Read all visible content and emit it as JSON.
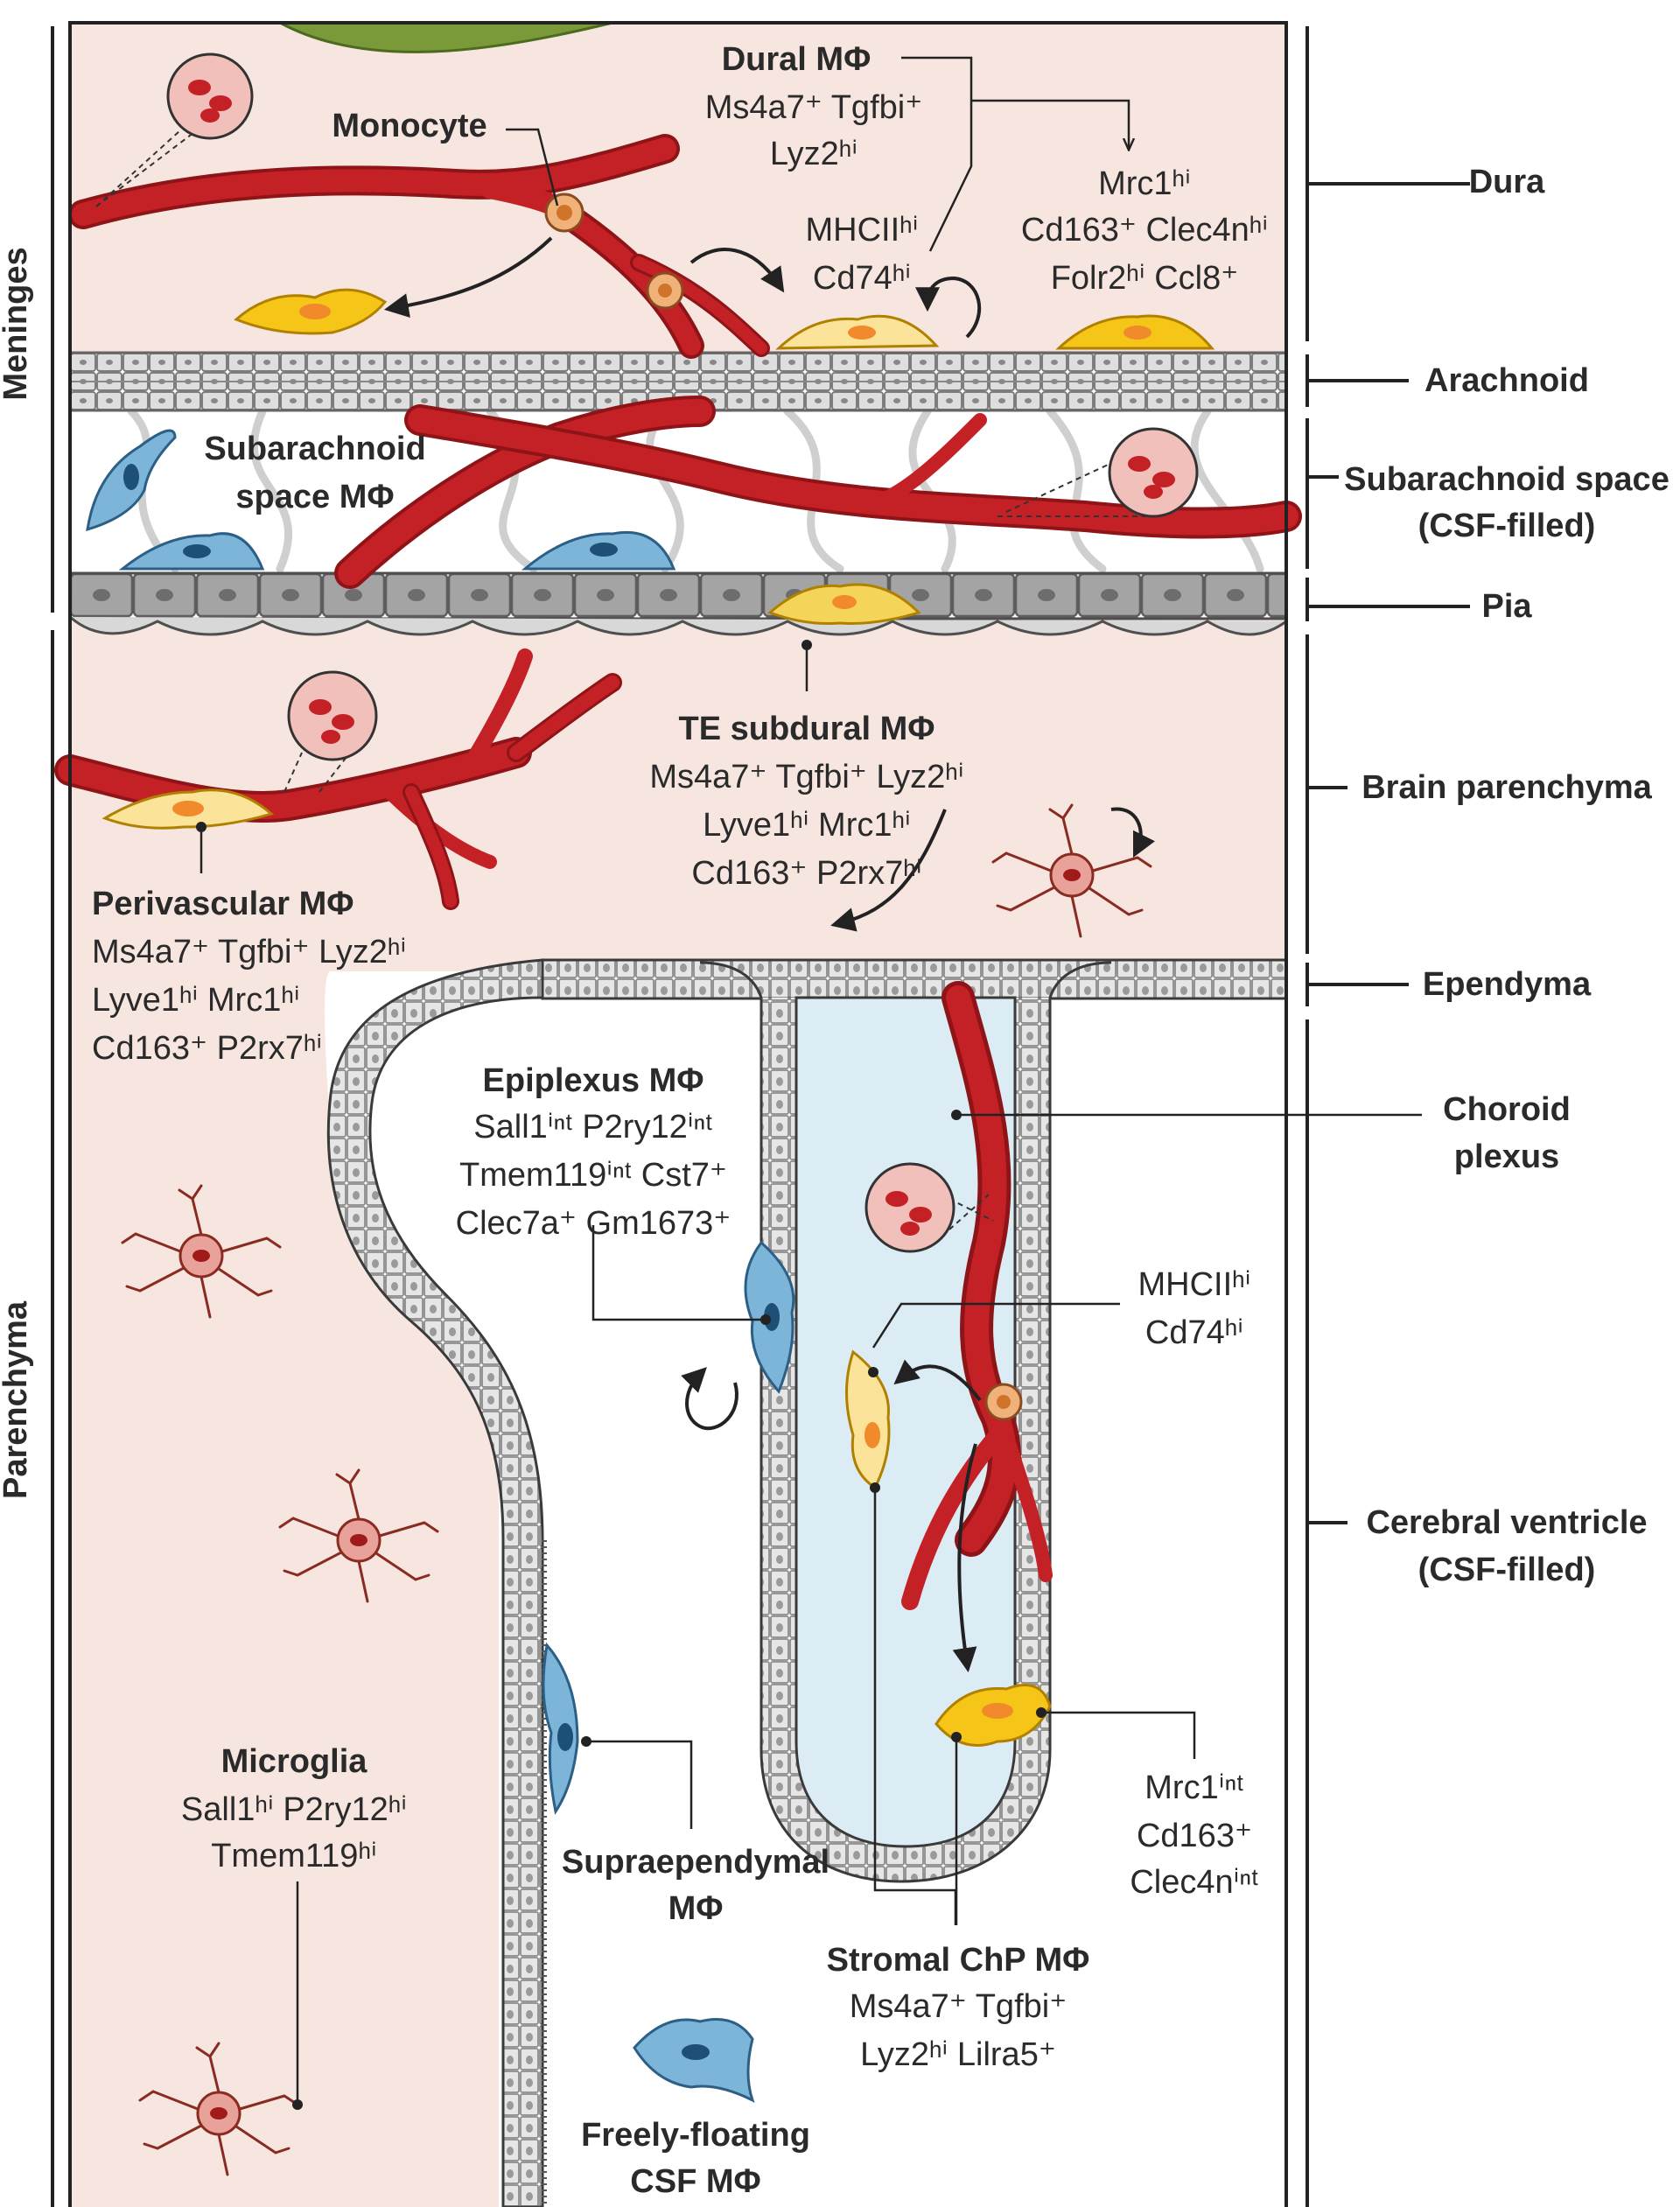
{
  "regions": {
    "meninges": "Meninges",
    "parenchyma": "Parenchyma"
  },
  "layers": {
    "dura": "Dura",
    "arachnoid": "Arachnoid",
    "subarachnoid_l1": "Subarachnoid space",
    "subarachnoid_l2": "(CSF-filled)",
    "pia": "Pia",
    "brain_parenchyma": "Brain parenchyma",
    "ependyma": "Ependyma",
    "choroid_l1": "Choroid",
    "choroid_l2": "plexus",
    "ventricle_l1": "Cerebral ventricle",
    "ventricle_l2": "(CSF-filled)"
  },
  "cells": {
    "monocyte": "Monocyte",
    "dural": {
      "title": "Dural MΦ",
      "l1": "Ms4a7⁺ Tgfbi⁺",
      "l2": "Lyz2ʰⁱ"
    },
    "dural_mhc": {
      "l1": "MHCIIʰⁱ",
      "l2": "Cd74ʰⁱ"
    },
    "dural_mrc": {
      "l1": "Mrc1ʰⁱ",
      "l2": "Cd163⁺ Clec4nʰⁱ",
      "l3": "Folr2ʰⁱ Ccl8⁺"
    },
    "subarachnoid": {
      "l1": "Subarachnoid",
      "l2": "space MΦ"
    },
    "te_subdural": {
      "title": "TE subdural MΦ",
      "l1": "Ms4a7⁺ Tgfbi⁺ Lyz2ʰⁱ",
      "l2": "Lyve1ʰⁱ Mrc1ʰⁱ",
      "l3": "Cd163⁺ P2rx7ʰⁱ"
    },
    "perivascular": {
      "title": "Perivascular MΦ",
      "l1": "Ms4a7⁺ Tgfbi⁺ Lyz2ʰⁱ",
      "l2": "Lyve1ʰⁱ Mrc1ʰⁱ",
      "l3": "Cd163⁺ P2rx7ʰⁱ"
    },
    "epiplexus": {
      "title": "Epiplexus MΦ",
      "l1": "Sall1ⁱⁿᵗ P2ry12ⁱⁿᵗ",
      "l2": "Tmem119ⁱⁿᵗ Cst7⁺",
      "l3": "Clec7a⁺ Gm1673⁺"
    },
    "chp_mhc": {
      "l1": "MHCIIʰⁱ",
      "l2": "Cd74ʰⁱ"
    },
    "chp_mrc": {
      "l1": "Mrc1ⁱⁿᵗ",
      "l2": "Cd163⁺",
      "l3": "Clec4nⁱⁿᵗ"
    },
    "microglia": {
      "title": "Microglia",
      "l1": "Sall1ʰⁱ P2ry12ʰⁱ",
      "l2": "Tmem119ʰⁱ"
    },
    "supraependymal": {
      "l1": "Supraependymal",
      "l2": "MΦ"
    },
    "stromal": {
      "title": "Stromal ChP MΦ",
      "l1": "Ms4a7⁺ Tgfbi⁺",
      "l2": "Lyz2ʰⁱ Lilra5⁺"
    },
    "floating": {
      "l1": "Freely-floating",
      "l2": "CSF MΦ"
    }
  },
  "colors": {
    "meninges_bg": "#f7e6e0",
    "vessel": "#c42126",
    "vessel_dark": "#8f1418",
    "csf": "#dcecf5",
    "yellow_cell": "#f5c518",
    "pale_cell": "#fbe39a",
    "blue_cell": "#7db5d8",
    "microglia": "#e9a29a",
    "membrane": "#c9c9c9",
    "pia": "#9a9a9a"
  }
}
